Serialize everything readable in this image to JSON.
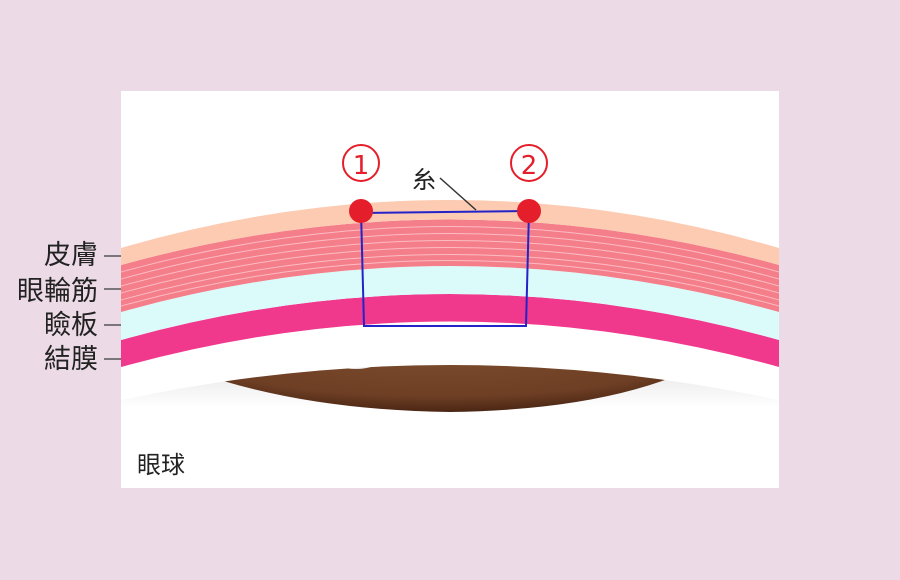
{
  "labels": {
    "skin": "皮膚",
    "orbicularis": "眼輪筋",
    "tarsus": "瞼板",
    "conjunctiva": "結膜",
    "eyeball": "眼球",
    "thread": "糸"
  },
  "markers": {
    "point1": "①",
    "point2": "②"
  },
  "colors": {
    "page_background": "#ecdbe6",
    "panel_background": "#ffffff",
    "skin": "#fccbb2",
    "orbicularis": "#f47f8a",
    "tarsus": "#dbfafa",
    "conjunctiva": "#f0388d",
    "eye_brown": "#6e3f24",
    "pupil": "#141414",
    "thread": "#2323c8",
    "marker_red": "#e41e2a"
  }
}
